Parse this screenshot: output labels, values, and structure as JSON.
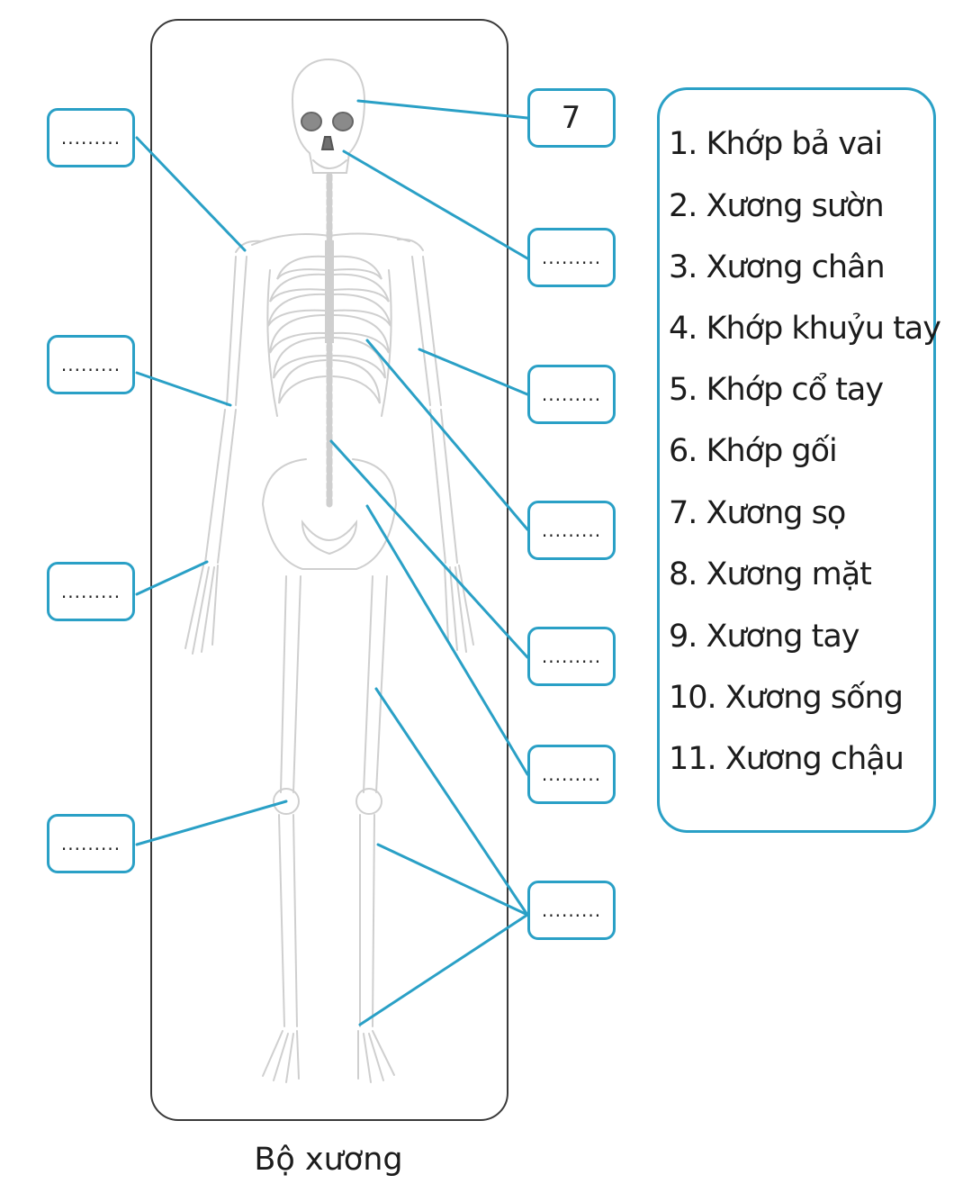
{
  "caption": "Bộ xương",
  "colors": {
    "accent": "#2aa0c6",
    "bone_outline": "#c9c9c9"
  },
  "left_boxes": [
    {
      "text": "........."
    },
    {
      "text": "........."
    },
    {
      "text": "........."
    },
    {
      "text": "........."
    }
  ],
  "right_boxes": [
    {
      "text": "7"
    },
    {
      "text": "........."
    },
    {
      "text": "........."
    },
    {
      "text": "........."
    },
    {
      "text": "........."
    },
    {
      "text": "........."
    },
    {
      "text": "........."
    }
  ],
  "legend_items": [
    "1. Khớp bả vai",
    "2. Xương sườn",
    "3. Xương chân",
    "4. Khớp khuỷu tay",
    "5. Khớp cổ tay",
    "6. Khớp gối",
    "7. Xương sọ",
    "8. Xương mặt",
    "9. Xương tay",
    "10. Xương sống",
    "11. Xương chậu"
  ]
}
